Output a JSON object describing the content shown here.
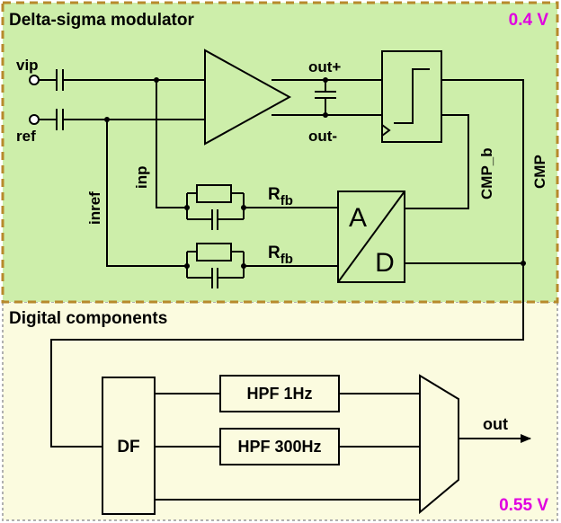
{
  "colors": {
    "modulator_fill": "#cdeeaa",
    "digital_fill": "#fbfbdf",
    "modulator_border": "#b78a2c",
    "digital_border": "#b0b0b0",
    "voltage_text": "#e000e0",
    "line": "#000000"
  },
  "modulator": {
    "title": "Delta-sigma modulator",
    "voltage": "0.4 V",
    "inputs": {
      "vip": "vip",
      "ref": "ref"
    },
    "amp_outputs": {
      "out_plus": "out+",
      "out_minus": "out-"
    },
    "nets": {
      "inp": "inp",
      "inref": "inref",
      "cmp_b": "CMP_b",
      "cmp": "CMP"
    },
    "feedback_resistor": {
      "main": "R",
      "subscript": "fb"
    },
    "adc": {
      "top": "A",
      "bottom": "D",
      "slash": "/"
    }
  },
  "digital": {
    "title": "Digital components",
    "voltage": "0.55 V",
    "df_label": "DF",
    "filters": [
      "HPF 1Hz",
      "HPF 300Hz"
    ],
    "output_label": "out"
  }
}
